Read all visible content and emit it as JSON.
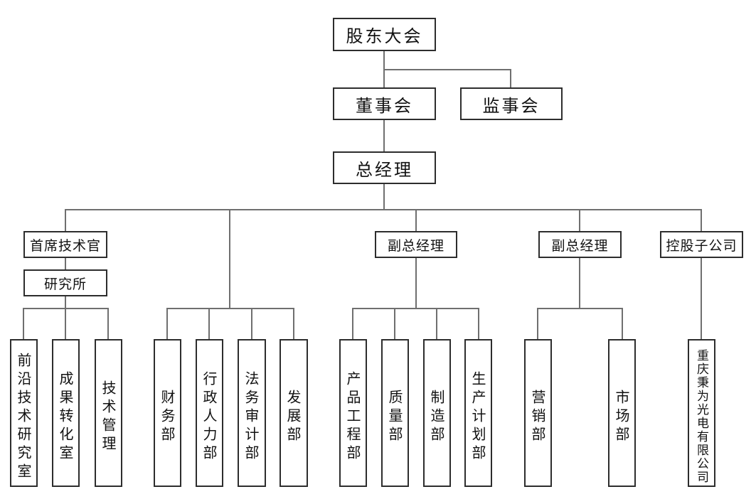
{
  "org": {
    "shareholders_meeting": "股东大会",
    "board_of_directors": "董事会",
    "supervisory_board": "监事会",
    "general_manager": "总经理",
    "cto": "首席技术官",
    "research_institute": "研究所",
    "deputy_gm_production": "副总经理",
    "deputy_gm_sales": "副总经理",
    "holding_subsidiary": "控股子公司",
    "frontier_tech_research_office": "前沿技术研究室",
    "achievement_transformation_office": "成果转化室",
    "technology_management": "技术管理",
    "finance_dept": "财务部",
    "admin_hr_dept": "行政人力部",
    "legal_audit_dept": "法务审计部",
    "development_dept": "发展部",
    "product_engineering_dept": "产品工程部",
    "quality_dept": "质量部",
    "manufacturing_dept": "制造部",
    "production_planning_dept": "生产计划部",
    "marketing_dept": "营销部",
    "market_dept": "市场部",
    "subsidiary_company": "重庆秉为光电有限公司"
  },
  "colors": {
    "background": "#ffffff",
    "connector_line": "#6f6f6f",
    "box_border": "#2d2d2d",
    "text": "#111111"
  }
}
